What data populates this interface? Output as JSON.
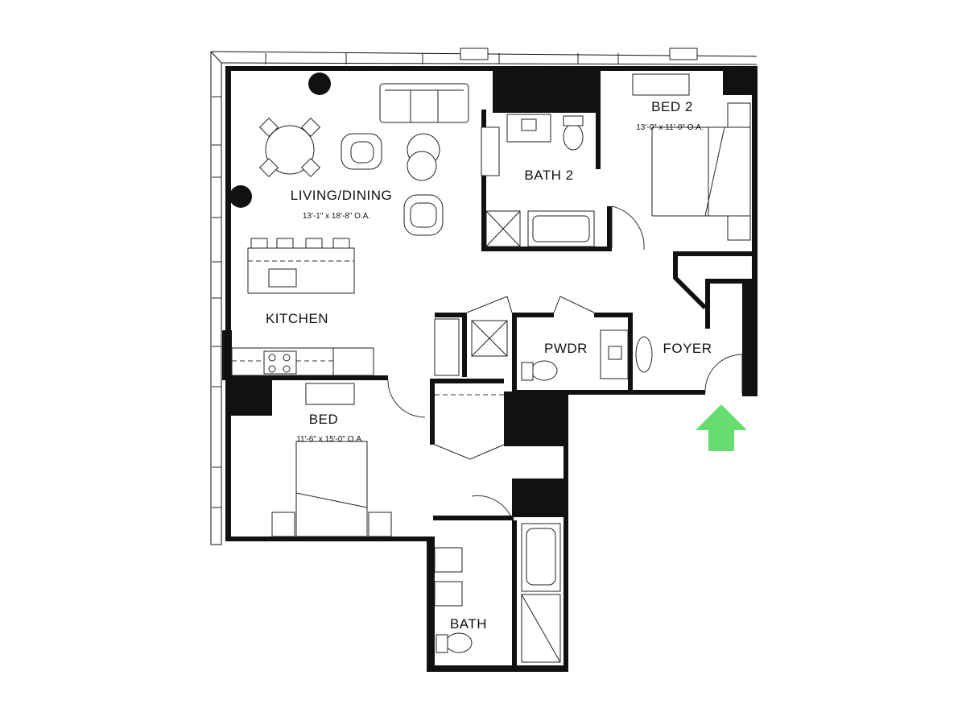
{
  "rooms": {
    "living": {
      "name": "LIVING/DINING",
      "dims": "13'-1\" x 18'-8\" O.A."
    },
    "kitchen": {
      "name": "KITCHEN"
    },
    "bed2": {
      "name": "BED 2",
      "dims": "13'-0\" x 11'-0\" O.A."
    },
    "bath2": {
      "name": "BATH 2"
    },
    "pwdr": {
      "name": "PWDR"
    },
    "foyer": {
      "name": "FOYER"
    },
    "bed": {
      "name": "BED",
      "dims": "11'-6\" x 15'-0\" O.A."
    },
    "bath": {
      "name": "BATH"
    }
  },
  "entrance": {
    "color": "#66dd6e",
    "icon": "entrance-arrow-icon"
  },
  "colors": {
    "wall": "#111111",
    "line": "#222222"
  }
}
